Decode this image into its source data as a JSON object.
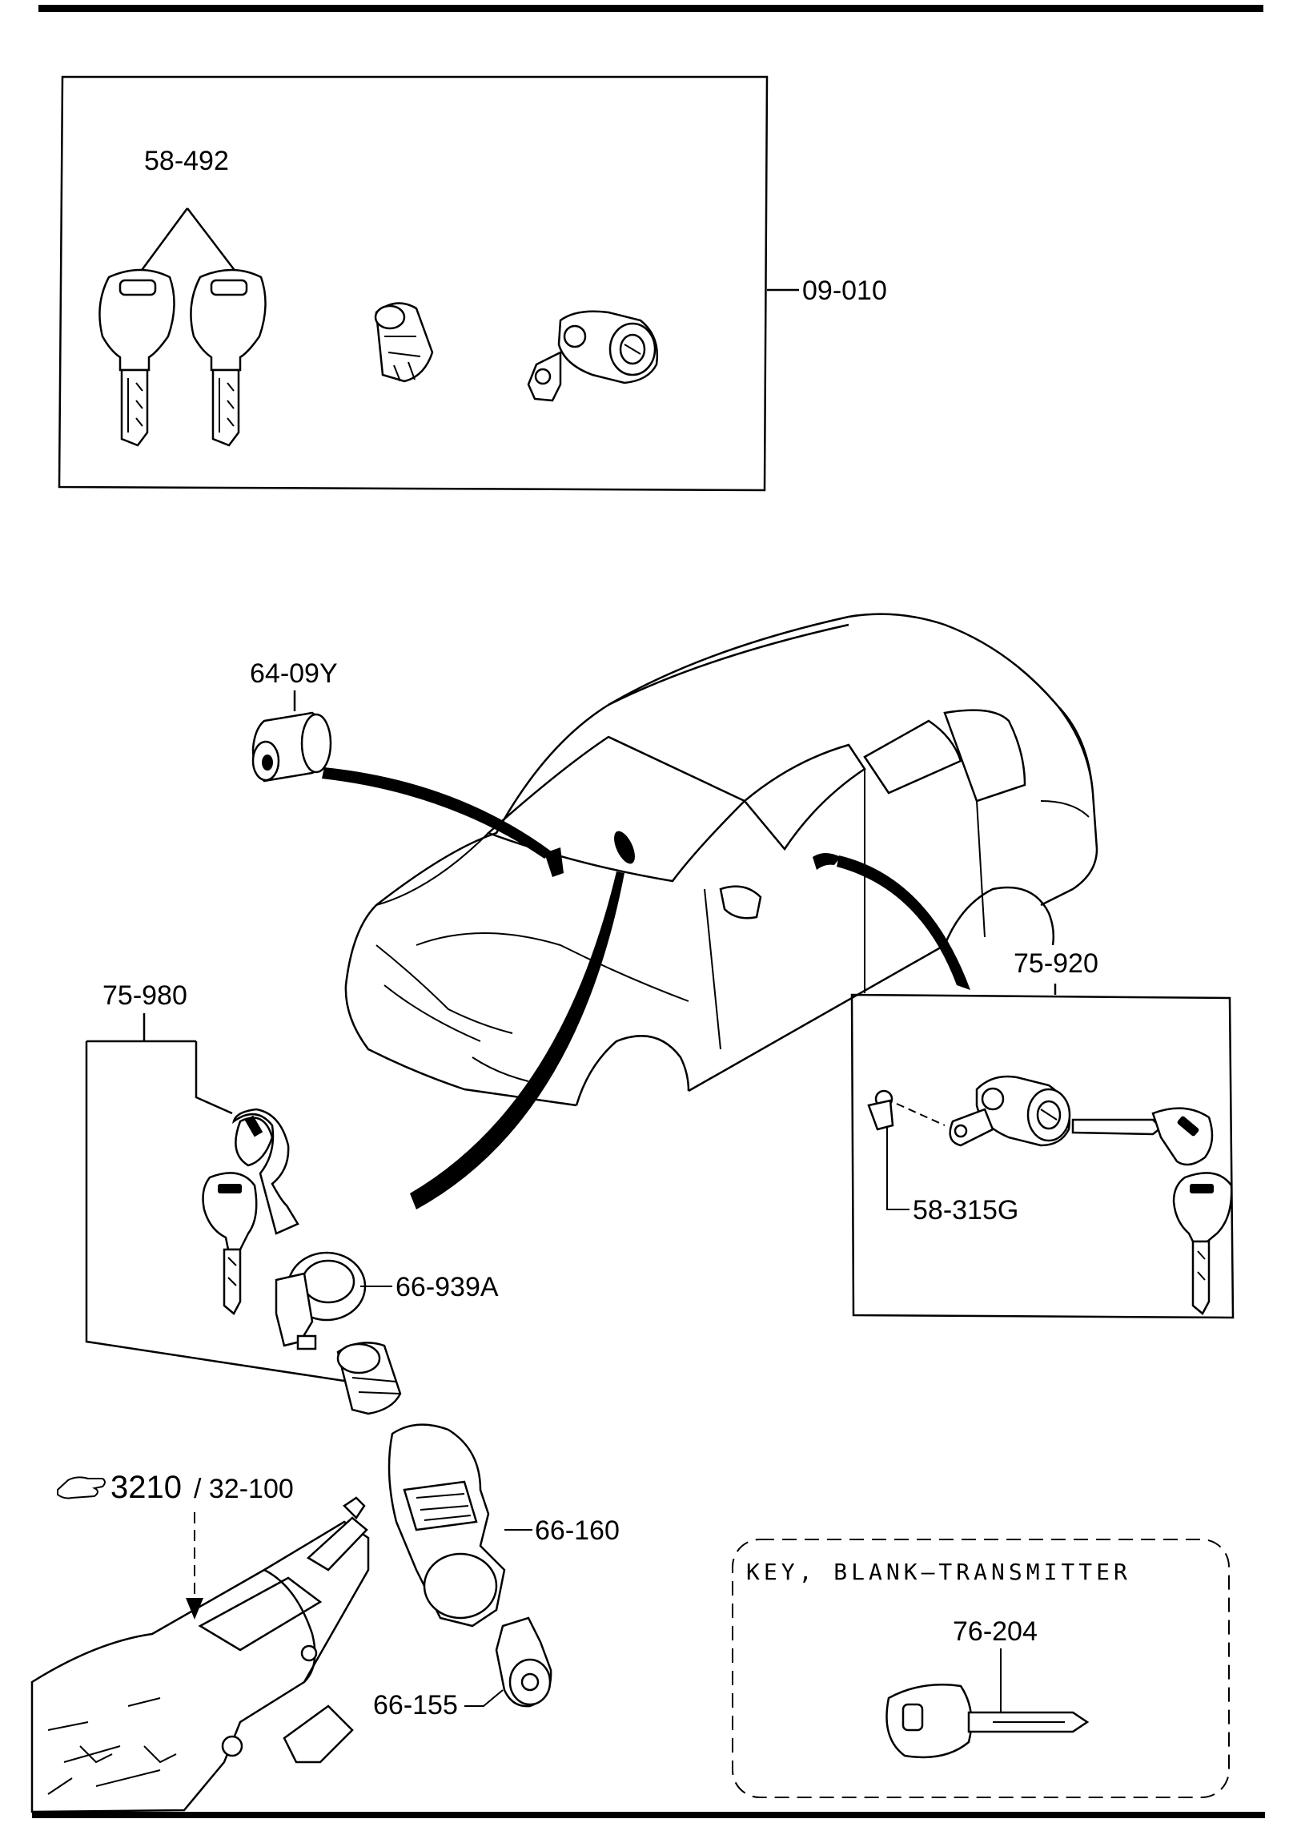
{
  "labels": {
    "top_kit_keys": "58-492",
    "top_kit": "09-010",
    "trunk_cylinder": "64-09Y",
    "ignition_key_set": "75-980",
    "door_lock_set": "75-920",
    "door_retainer": "58-315G",
    "ring": "66-939A",
    "ignition_switch": "66-160",
    "switch_body": "66-155",
    "blank_key": "76-204"
  },
  "reference": {
    "main": "3210",
    "sub": "/ 32-100"
  },
  "caption": "KEY, BLANK–TRANSMITTER"
}
